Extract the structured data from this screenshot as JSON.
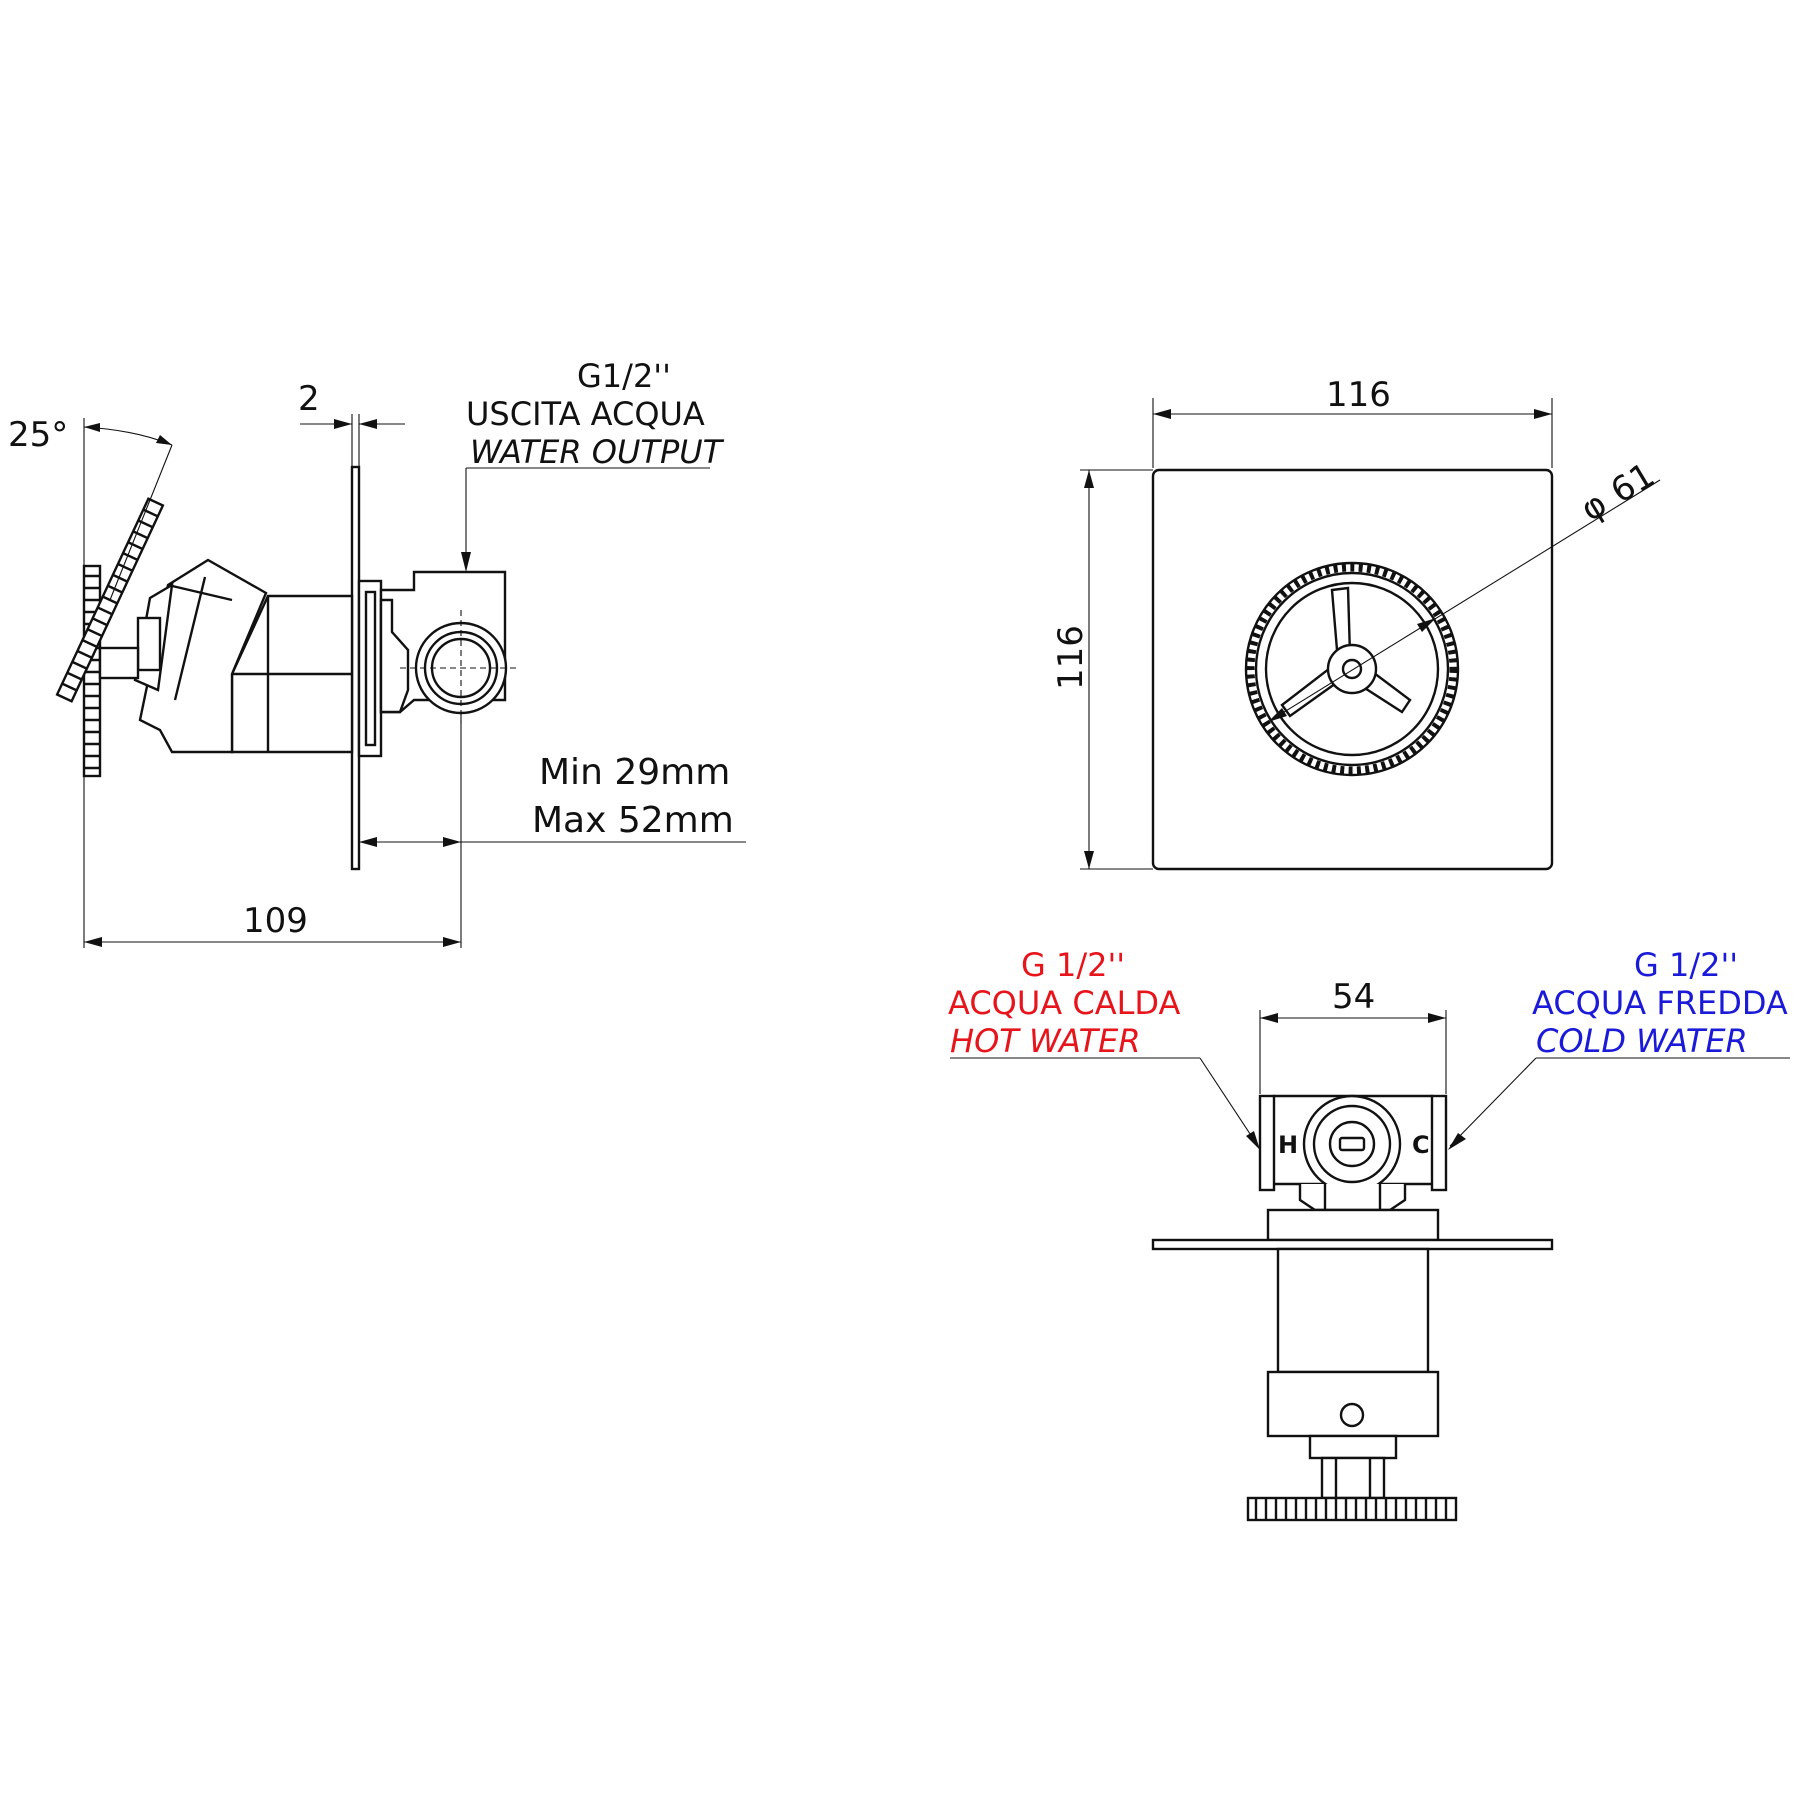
{
  "colors": {
    "line": "#111111",
    "hot": "#e8141b",
    "cold": "#1a1ad8"
  },
  "side_view": {
    "angle": "25°",
    "plate_thickness": "2",
    "outlet": {
      "thread": "G1/2''",
      "label_it": "USCITA ACQUA",
      "label_en": "WATER OUTPUT"
    },
    "depth_min": "Min 29mm",
    "depth_max": "Max 52mm",
    "total_depth": "109"
  },
  "front_view": {
    "width": "116",
    "height": "116",
    "handle_diameter": "61",
    "diameter_symbol": "φ"
  },
  "top_view": {
    "body_width": "54",
    "hot": {
      "thread": "G 1/2''",
      "label_it": "ACQUA CALDA",
      "label_en": "HOT WATER",
      "marker": "H"
    },
    "cold": {
      "thread": "G 1/2''",
      "label_it": "ACQUA FREDDA",
      "label_en": "COLD WATER",
      "marker": "C"
    }
  }
}
